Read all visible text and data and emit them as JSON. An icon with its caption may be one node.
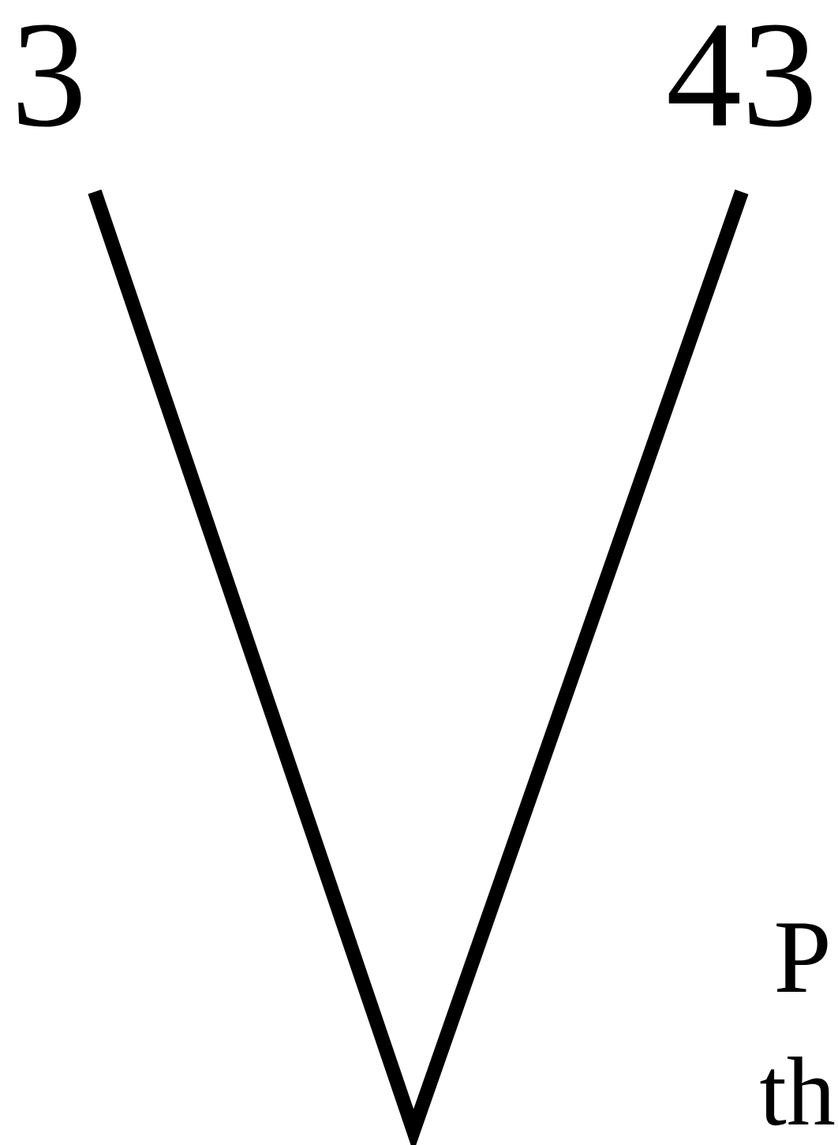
{
  "diagram": {
    "nodes": [
      {
        "text": [
          "3"
        ]
      },
      {
        "text": [
          "43"
        ]
      }
    ],
    "edges": [
      {
        "from": 0,
        "to": 1,
        "arrow": "none"
      }
    ],
    "labels": [
      "P",
      "th"
    ]
  }
}
